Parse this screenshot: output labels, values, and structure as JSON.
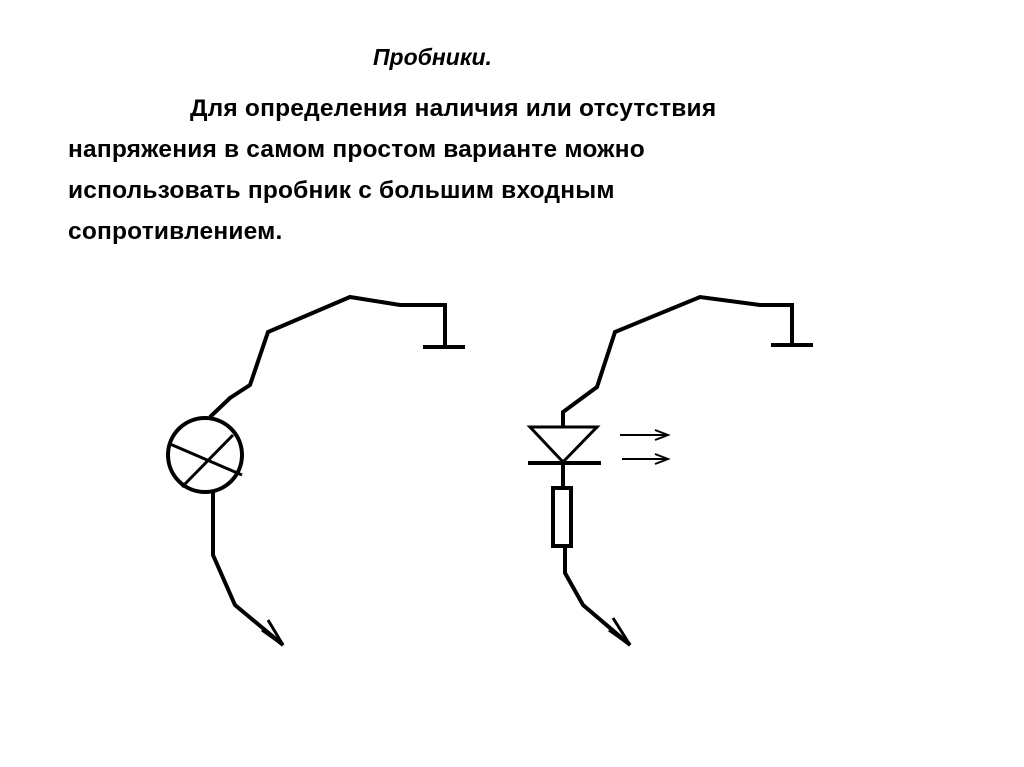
{
  "title": "Пробники.",
  "paragraph": [
    "Для определения наличия или отсутствия",
    "напряжения в самом простом варианте можно",
    "использовать пробник с большим входным",
    "сопротивлением."
  ]
}
